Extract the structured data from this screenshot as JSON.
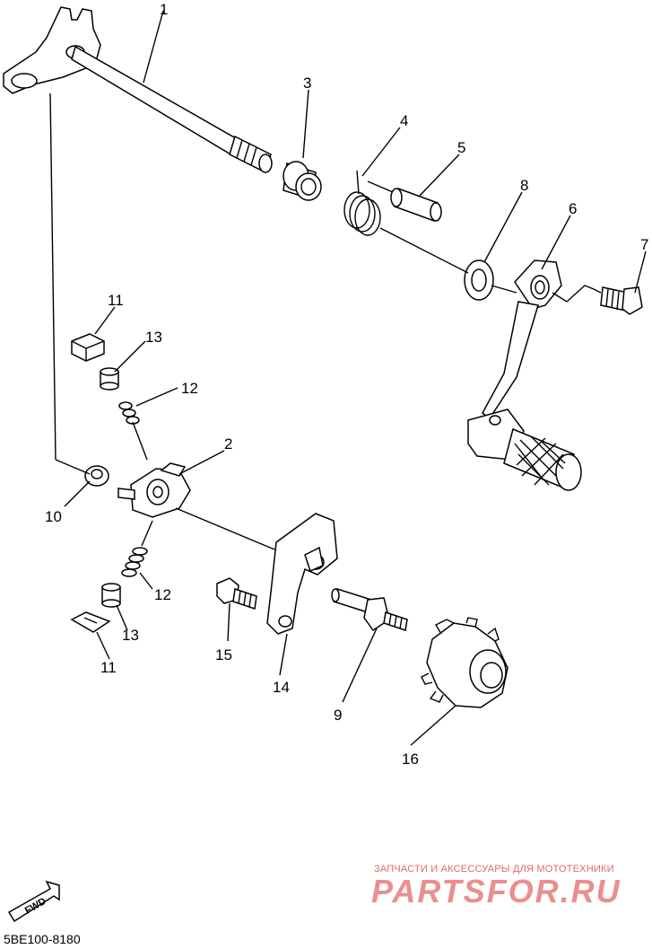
{
  "diagram": {
    "callouts": {
      "c1": "1",
      "c2": "2",
      "c3": "3",
      "c4": "4",
      "c5": "5",
      "c6": "6",
      "c7": "7",
      "c8": "8",
      "c9": "9",
      "c10": "10",
      "c11a": "11",
      "c11b": "11",
      "c12a": "12",
      "c12b": "12",
      "c13a": "13",
      "c13b": "13",
      "c14": "14",
      "c15": "15",
      "c16": "16"
    },
    "fwd_label": "FWD",
    "diagram_code": "5BE100-8180"
  },
  "watermark": {
    "tagline": "ЗАПЧАСТИ И АКСЕССУАРЫ ДЛЯ МОТОТЕХНИКИ",
    "logo": "PARTSFOR.RU",
    "color": "#e98f8f"
  }
}
